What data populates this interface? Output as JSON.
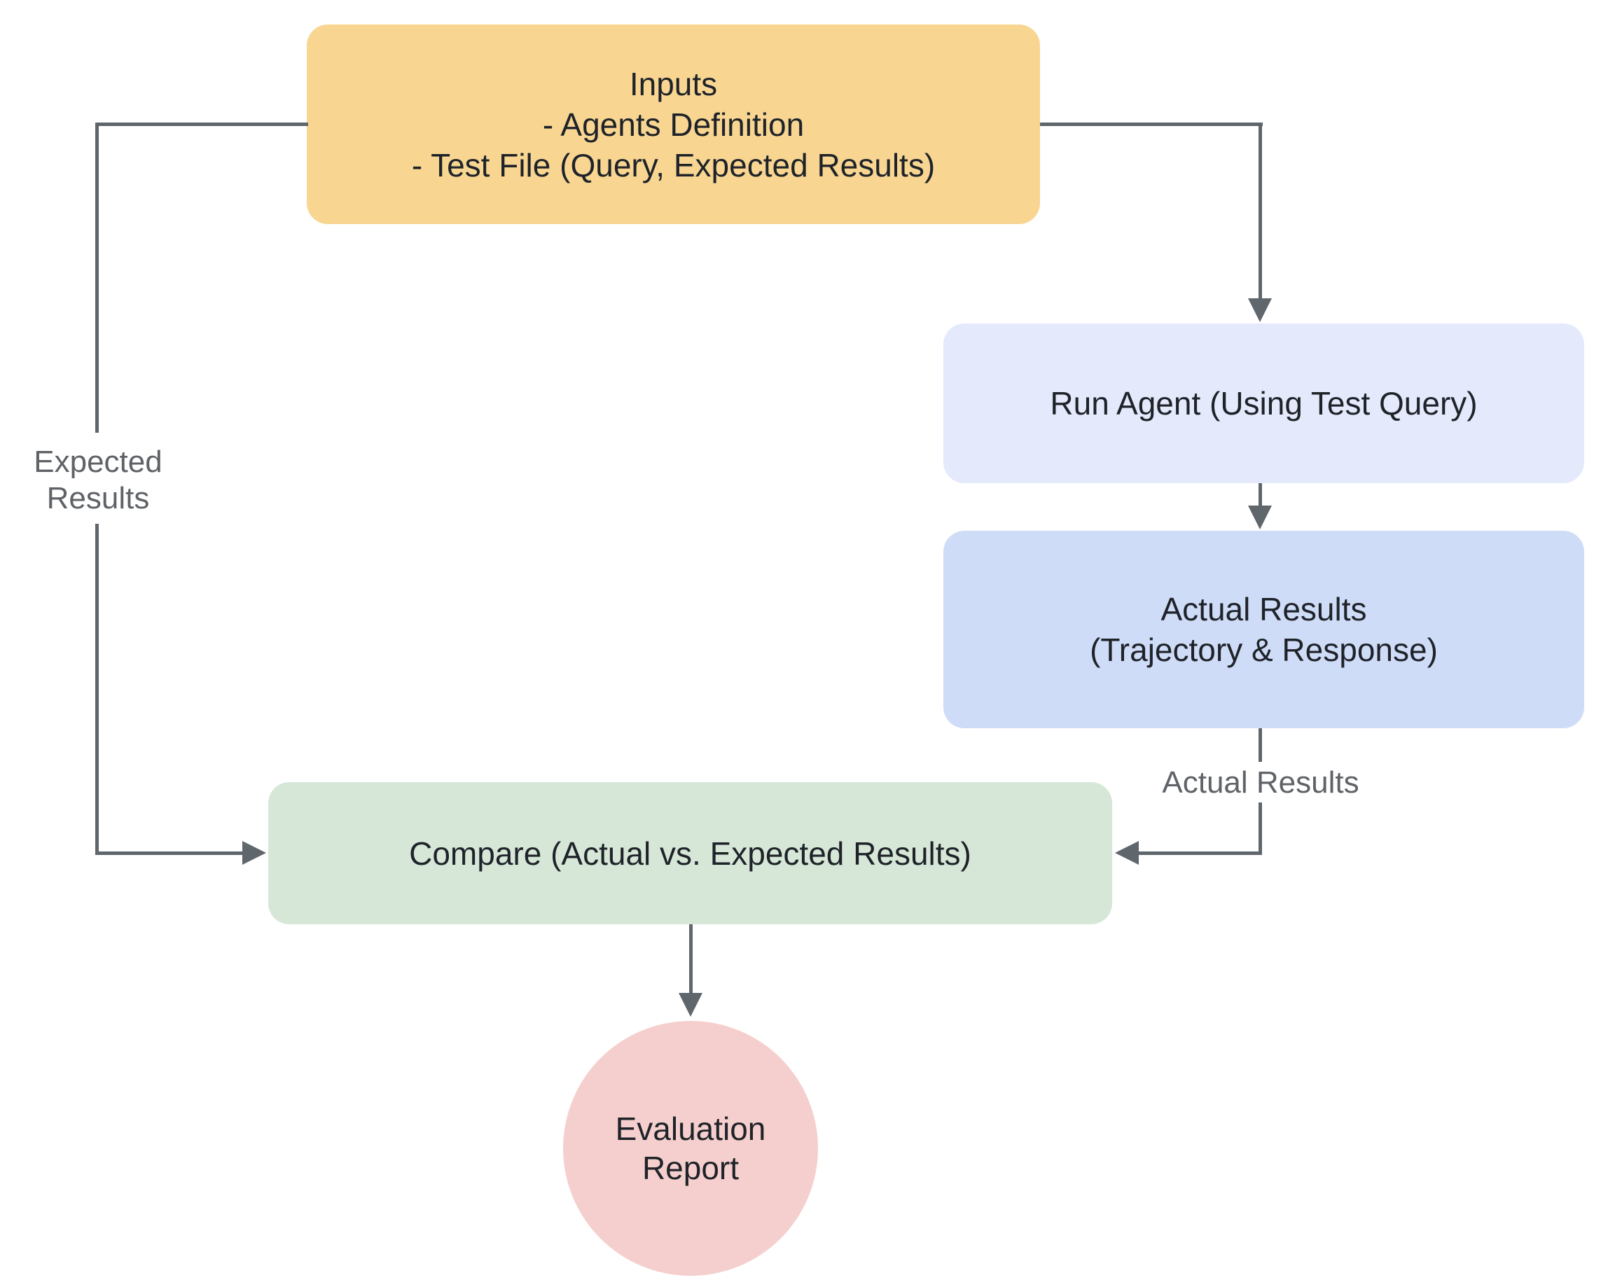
{
  "nodes": {
    "inputs": {
      "lines": [
        "Inputs",
        "- Agents Definition",
        "- Test File (Query, Expected Results)"
      ]
    },
    "run_agent": {
      "label": "Run Agent (Using Test Query)"
    },
    "actual_results": {
      "lines": [
        "Actual Results",
        "(Trajectory & Response)"
      ]
    },
    "compare": {
      "label": "Compare (Actual vs. Expected Results)"
    },
    "evaluation_report": {
      "lines": [
        "Evaluation",
        "Report"
      ]
    }
  },
  "edge_labels": {
    "expected_results": {
      "lines": [
        "Expected",
        "Results"
      ]
    },
    "actual_results": "Actual Results"
  },
  "colors": {
    "background": "#FFFFFF",
    "node_inputs": "#F8D692",
    "node_run_agent": "#E4E9FB",
    "node_actual_results": "#CFDCF8",
    "node_compare": "#D6E7D8",
    "node_evaluation": "#F5CFCD",
    "node_text": "#1F2329",
    "edge": "#5F666C",
    "edge_label_text": "#5F6368"
  }
}
